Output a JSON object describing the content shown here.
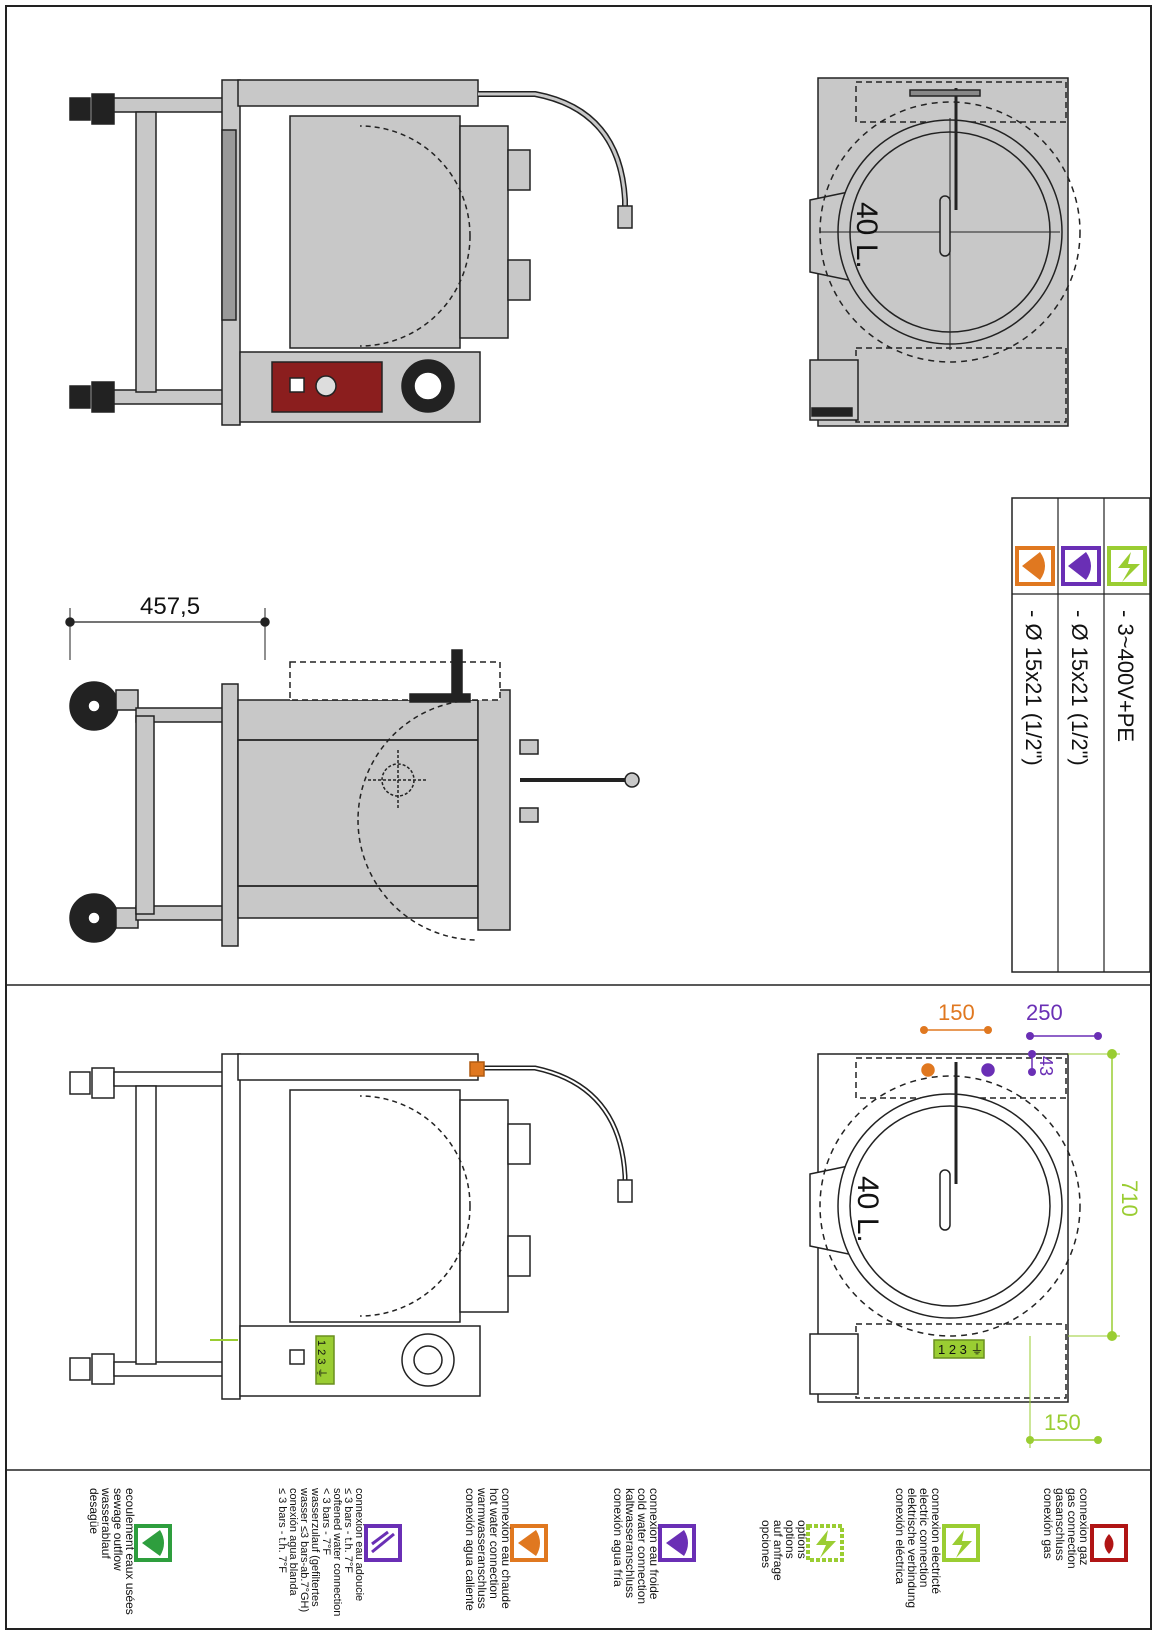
{
  "colors": {
    "gas": "#b01515",
    "electric": "#9acd32",
    "cold_water": "#6a2fb5",
    "hot_water": "#e07820",
    "drain": "#2e9e3e",
    "line": "#222222",
    "metal": "#c8c8c8",
    "control_panel": "#8b1e1e"
  },
  "drawing": {
    "capacity_top": "40 L.",
    "capacity_bottom": "40 L.",
    "dim_side_depth": "457,5",
    "dim_hot_water": "150",
    "dim_cold_water": "250",
    "dim_offset": "43",
    "dim_depth": "710",
    "dim_electric": "150",
    "terminal_label": "1 2 3 ⏚"
  },
  "connections_table": [
    {
      "key": "electric",
      "value": "- 3~400V+PE",
      "icon": "electric-icon"
    },
    {
      "key": "cold_water",
      "value": "- Ø 15x21 (1/2\")",
      "icon": "cold-water-icon"
    },
    {
      "key": "hot_water",
      "value": "- Ø 15x21 (1/2\")",
      "icon": "hot-water-icon"
    }
  ],
  "legend": [
    {
      "icon": "gas-icon",
      "lines": [
        "connexion gaz",
        "gas connection",
        "gasanschluss",
        "conexión gas"
      ]
    },
    {
      "icon": "electric-icon",
      "lines": [
        "connexion electricté",
        "electric connection",
        "elektrische verbindung",
        "conexión eléctrica"
      ]
    },
    {
      "icon": "options-icon",
      "lines": [
        "options",
        "options",
        "auf anfrage",
        "opciones"
      ]
    },
    {
      "icon": "cold-water-icon",
      "lines": [
        "connexion eau froide",
        "cold water connection",
        "kaltwasseranschluss",
        "conexión agua fría"
      ]
    },
    {
      "icon": "hot-water-icon",
      "lines": [
        "connexion eau chaude",
        "hot water connection",
        "warmwasseranschluss",
        "conexión agua caliente"
      ]
    },
    {
      "icon": "softened-water-icon",
      "lines": [
        "connexion eau adoucie",
        "≤ 3 bars - t.h. 7°F",
        "softened water connection",
        "< 3 bars - 7°F",
        "wasserzulauf (gefiltertes",
        "wasser ≤3 bars-ab.7°GH)",
        "conexión agua blanda",
        "≤ 3 bars - t.h. 7°F"
      ]
    },
    {
      "icon": "drain-icon",
      "lines": [
        "ecoulement eaux usées",
        "sewage outflow",
        "wasserablauf",
        "desagüe"
      ]
    }
  ]
}
